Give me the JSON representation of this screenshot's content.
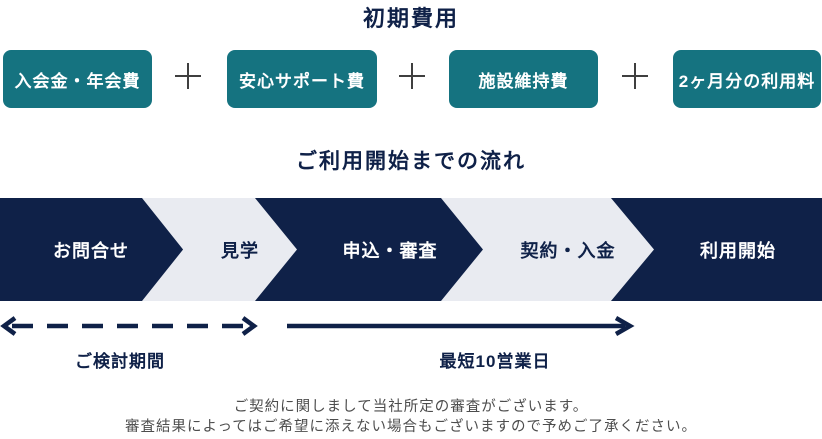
{
  "colors": {
    "navy": "#0f2148",
    "teal": "#157380",
    "light_chevron": "#e9ebf1",
    "plus_gray": "#3f3f3f",
    "footer_gray": "#4d4d4d"
  },
  "initial_cost": {
    "title": "初期費用",
    "items": [
      {
        "label": "入会金・年会費"
      },
      {
        "label": "安心サポート費"
      },
      {
        "label": "施設維持費"
      },
      {
        "label": "2ヶ月分の利用料"
      }
    ]
  },
  "flow": {
    "title": "ご利用開始までの流れ",
    "steps": [
      {
        "label": "お問合せ",
        "variant": "navy"
      },
      {
        "label": "見学",
        "variant": "light"
      },
      {
        "label": "申込・審査",
        "variant": "navy"
      },
      {
        "label": "契約・入金",
        "variant": "light"
      },
      {
        "label": "利用開始",
        "variant": "navy"
      }
    ],
    "periods": [
      {
        "label": "ご検討期間",
        "arrow": "dashed-double-headed"
      },
      {
        "label": "最短10営業日",
        "arrow": "solid-right"
      }
    ]
  },
  "footer": {
    "line1": "ご契約に関しまして当社所定の審査がございます。",
    "line2": "審査結果によってはご希望に添えない場合もございますので予めご了承ください。"
  }
}
